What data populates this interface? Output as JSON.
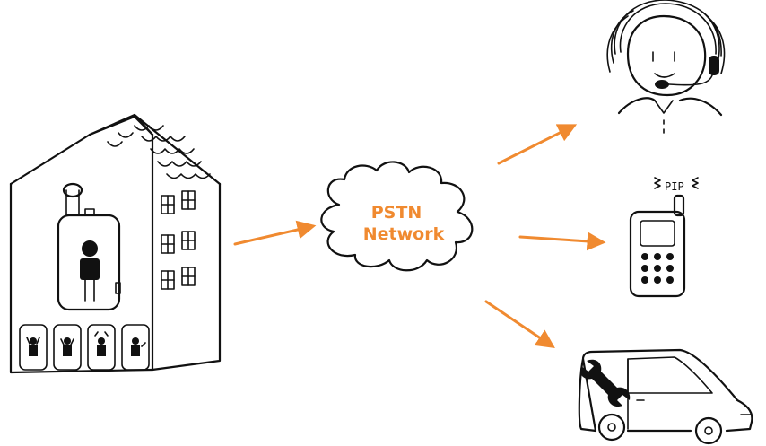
{
  "network": {
    "label_line1": "PSTN",
    "label_line2": "Network"
  },
  "phone": {
    "ring_text": "PIP"
  },
  "colors": {
    "accent": "#f08a30",
    "ink": "#111111"
  },
  "icons": {
    "building": "apartment-building-with-elevator-icon",
    "cloud": "cloud-icon",
    "operator": "call-center-operator-icon",
    "phone": "mobile-phone-icon",
    "van": "service-van-icon"
  }
}
